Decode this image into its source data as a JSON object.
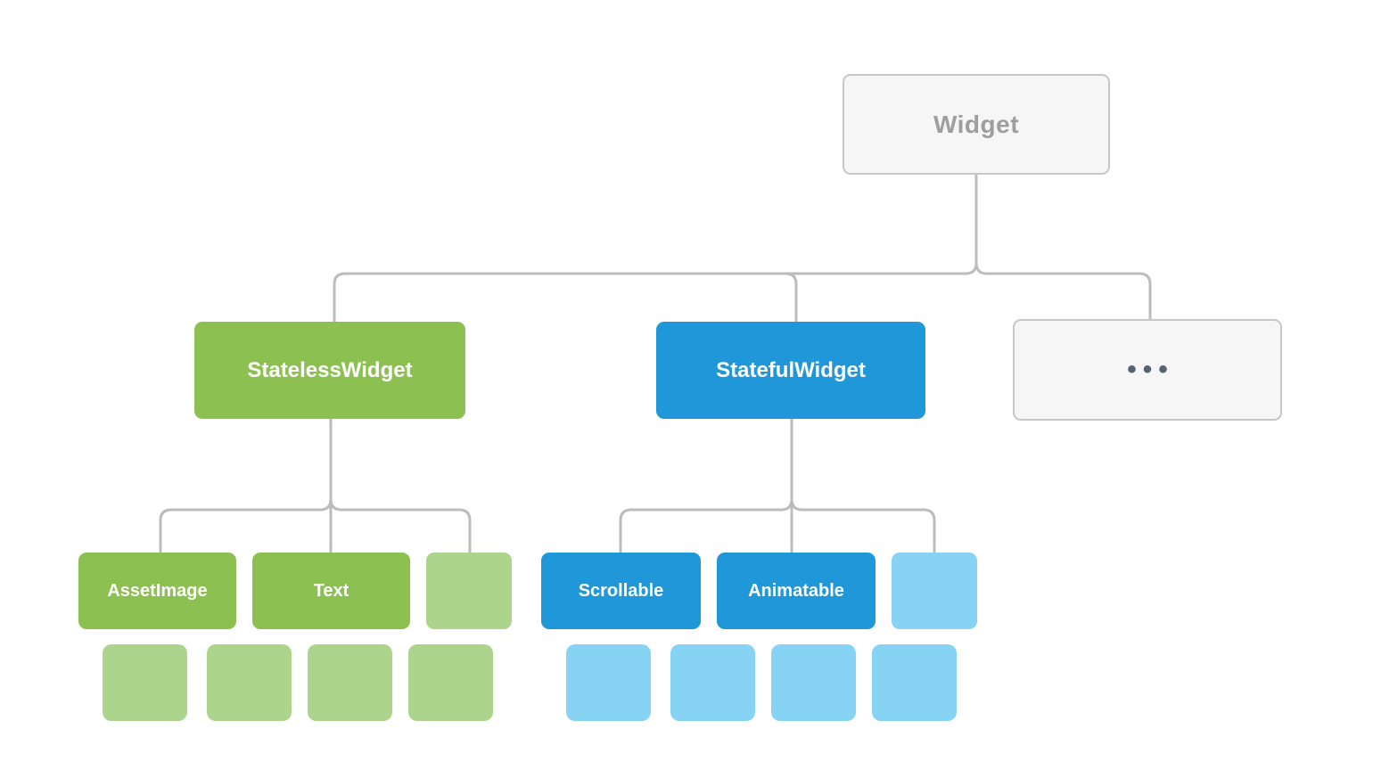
{
  "diagram": {
    "type": "tree-hierarchy",
    "nodes": {
      "widget": {
        "label": "Widget",
        "level": 1
      },
      "stateless": {
        "label": "StatelessWidget",
        "level": 2
      },
      "stateful": {
        "label": "StatefulWidget",
        "level": 2
      },
      "more": {
        "label": "•••",
        "level": 2
      },
      "asset_image": {
        "label": "AssetImage",
        "level": 3
      },
      "text": {
        "label": "Text",
        "level": 3
      },
      "stateless_placeholder": {
        "label": "",
        "level": 3
      },
      "scrollable": {
        "label": "Scrollable",
        "level": 3
      },
      "animatable": {
        "label": "Animatable",
        "level": 3
      },
      "stateful_placeholder": {
        "label": "",
        "level": 3
      }
    },
    "placeholder_squares": {
      "stateless_grandchildren_count": 4,
      "stateful_grandchildren_count": 4
    },
    "edges": [
      [
        "widget",
        "stateless"
      ],
      [
        "widget",
        "stateful"
      ],
      [
        "widget",
        "more"
      ],
      [
        "stateless",
        "asset_image"
      ],
      [
        "stateless",
        "text"
      ],
      [
        "stateless",
        "stateless_placeholder"
      ],
      [
        "stateful",
        "scrollable"
      ],
      [
        "stateful",
        "animatable"
      ],
      [
        "stateful",
        "stateful_placeholder"
      ]
    ]
  },
  "colors": {
    "green": "#8cc152",
    "green_light": "#acd48c",
    "blue": "#2097d8",
    "blue_light": "#87d3f4",
    "gray_fill": "#f6f6f6",
    "gray_border": "#c5c7c9",
    "gray_text": "#9e9e9e",
    "dots_text": "#56646e",
    "connector": "#bcbcbc",
    "background": "#ffffff"
  }
}
